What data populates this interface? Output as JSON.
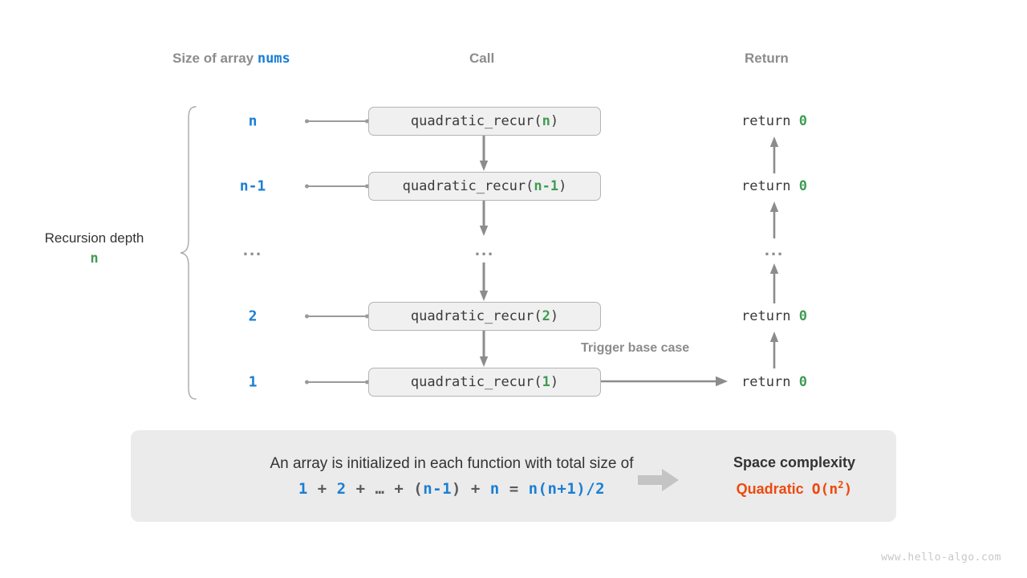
{
  "headers": {
    "size": "Size of array ",
    "size_code": "nums",
    "call": "Call",
    "ret": "Return"
  },
  "depth": {
    "label": "Recursion depth",
    "value": "n"
  },
  "colors": {
    "blue": "#1a7fd4",
    "green": "#3f9c52",
    "orange": "#ec4a0d",
    "gray": "#8c8c8c",
    "box_fill": "#f0f0f0",
    "panel_fill": "#ebebeb"
  },
  "rows": [
    {
      "size": "n",
      "call_name": "quadratic_recur(",
      "call_arg": "n",
      "call_close": ")",
      "ret_text": "return ",
      "ret_value": "0",
      "is_dots": false
    },
    {
      "size": "n-1",
      "call_name": "quadratic_recur(",
      "call_arg": "n-1",
      "call_close": ")",
      "ret_text": "return ",
      "ret_value": "0",
      "is_dots": false
    },
    {
      "size": "...",
      "call_name": "...",
      "call_arg": "",
      "call_close": "",
      "ret_text": "...",
      "ret_value": "",
      "is_dots": true
    },
    {
      "size": "2",
      "call_name": "quadratic_recur(",
      "call_arg": "2",
      "call_close": ")",
      "ret_text": "return ",
      "ret_value": "0",
      "is_dots": false
    },
    {
      "size": "1",
      "call_name": "quadratic_recur(",
      "call_arg": "1",
      "call_close": ")",
      "ret_text": "return ",
      "ret_value": "0",
      "is_dots": false
    }
  ],
  "trigger_label": "Trigger base case",
  "summary": {
    "sentence": "An array is initialized in each function with total size of",
    "formula": [
      {
        "t": "1",
        "blue": true
      },
      {
        "t": " + ",
        "blue": false
      },
      {
        "t": "2",
        "blue": true
      },
      {
        "t": " + ",
        "blue": false
      },
      {
        "t": "…",
        "blue": false
      },
      {
        "t": " + ",
        "blue": false
      },
      {
        "t": "(",
        "blue": false
      },
      {
        "t": "n-1",
        "blue": true
      },
      {
        "t": ")",
        "blue": false
      },
      {
        "t": " + ",
        "blue": false
      },
      {
        "t": "n",
        "blue": true
      },
      {
        "t": " = ",
        "blue": false
      },
      {
        "t": "n(n+1)/2",
        "blue": true
      }
    ],
    "complexity_title": "Space complexity",
    "complexity_word": "Quadratic",
    "complexity_bigo": "O(n",
    "complexity_exp": "2",
    "complexity_bigo_close": ")"
  },
  "watermark": "www.hello-algo.com"
}
